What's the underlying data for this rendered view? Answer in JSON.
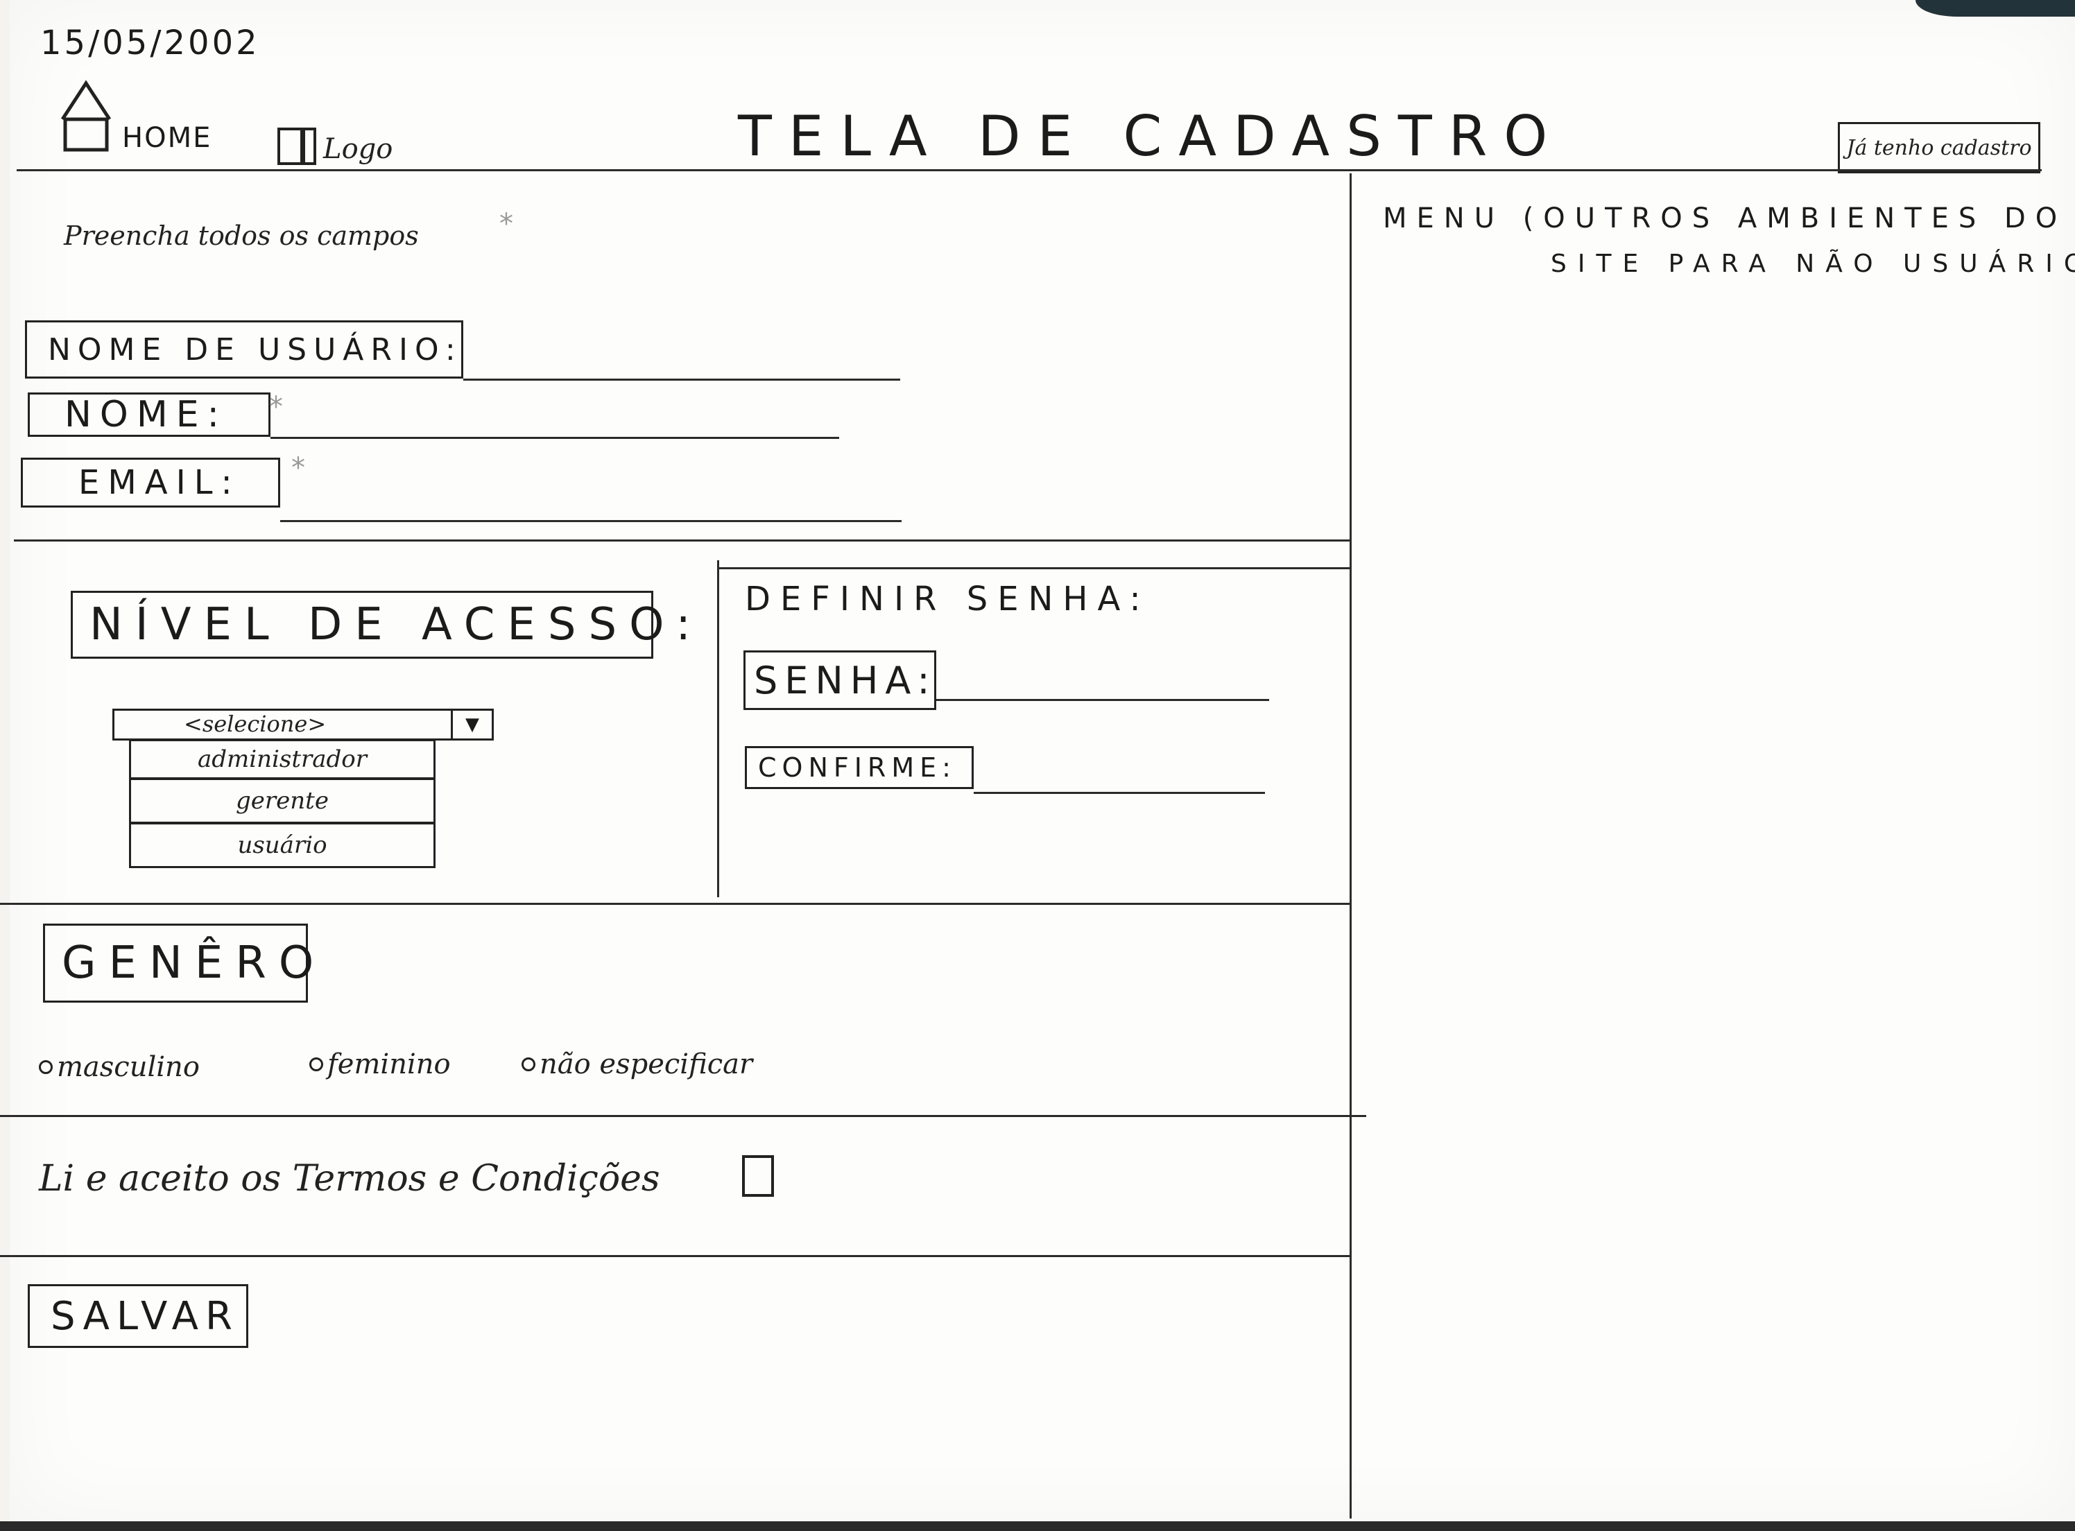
{
  "date": "15/05/2002",
  "header": {
    "home_label": "HOME",
    "logo_label": "Logo",
    "title": "TELA DE CADASTRO",
    "already_registered": "Já tenho cadastro"
  },
  "form": {
    "instructions": "Preencha todos os campos",
    "username_label": "NOME DE USUÁRIO:",
    "name_label": "NOME:",
    "email_label": "EMAIL:",
    "required_mark": "*",
    "access_level": {
      "label": "NÍVEL DE ACESSO:",
      "selected": "<selecione>",
      "options": [
        "administrador",
        "gerente",
        "usuário"
      ]
    },
    "password": {
      "section_title": "DEFINIR SENHA:",
      "password_label": "SENHA:",
      "confirm_label": "CONFIRME:"
    },
    "gender": {
      "label": "GENÊRO",
      "options": [
        "masculino",
        "feminino",
        "não especificar"
      ]
    },
    "terms_label": "Li e aceito os Termos e Condições",
    "save_label": "SALVAR"
  },
  "menu": {
    "line1": "MENU (OUTROS AMBIENTES DO",
    "line2": "SITE PARA NÃO USUÁRIOS)"
  }
}
